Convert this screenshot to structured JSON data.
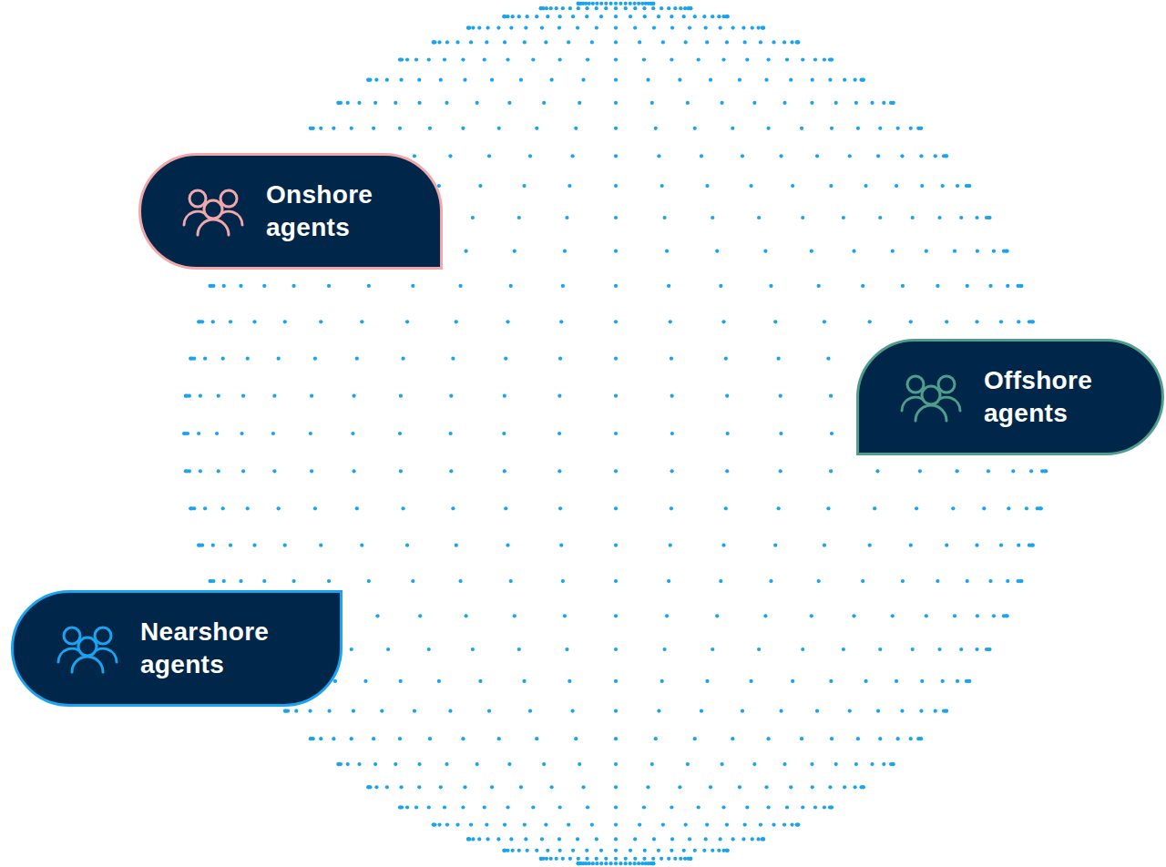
{
  "diagram": {
    "nodes": [
      {
        "text": [
          "Onshore agents"
        ]
      },
      {
        "text": [
          "Offshore agents"
        ]
      },
      {
        "text": [
          "Nearshore agents"
        ]
      }
    ]
  }
}
